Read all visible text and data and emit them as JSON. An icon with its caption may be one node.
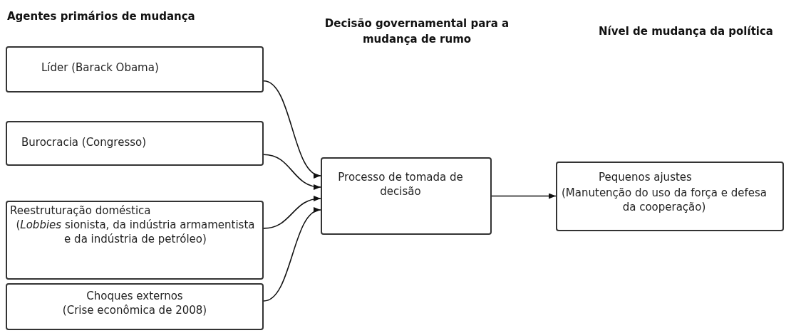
{
  "diagram": {
    "nodes": [
      {
        "text": [
          "Líder (Barack Obama)"
        ]
      },
      {
        "text": [
          "Burocracia (Congresso)"
        ]
      },
      {
        "text": [
          "Reestruturação doméstica",
          "(*Lobbies* sionista, da indústria armamentista e da indústria de petróleo)"
        ]
      },
      {
        "text": [
          "Choques externos",
          "(Crise econômica de 2008)"
        ]
      },
      {
        "text": [
          "Processo de tomada de decisão"
        ]
      },
      {
        "text": [
          "Pequenos ajustes",
          "(Manutenção do uso da força e defesa da cooperação)"
        ]
      }
    ],
    "edges": [
      {
        "from": 0,
        "to": 4,
        "arrow": "to"
      },
      {
        "from": 1,
        "to": 4,
        "arrow": "to"
      },
      {
        "from": 2,
        "to": 4,
        "arrow": "to"
      },
      {
        "from": 3,
        "to": 4,
        "arrow": "to"
      },
      {
        "from": 4,
        "to": 5,
        "arrow": "to"
      }
    ],
    "labels": [
      "Agentes primários de mudança",
      "Decisão governamental para a mudança de rumo",
      "Nível de mudança da política"
    ]
  }
}
